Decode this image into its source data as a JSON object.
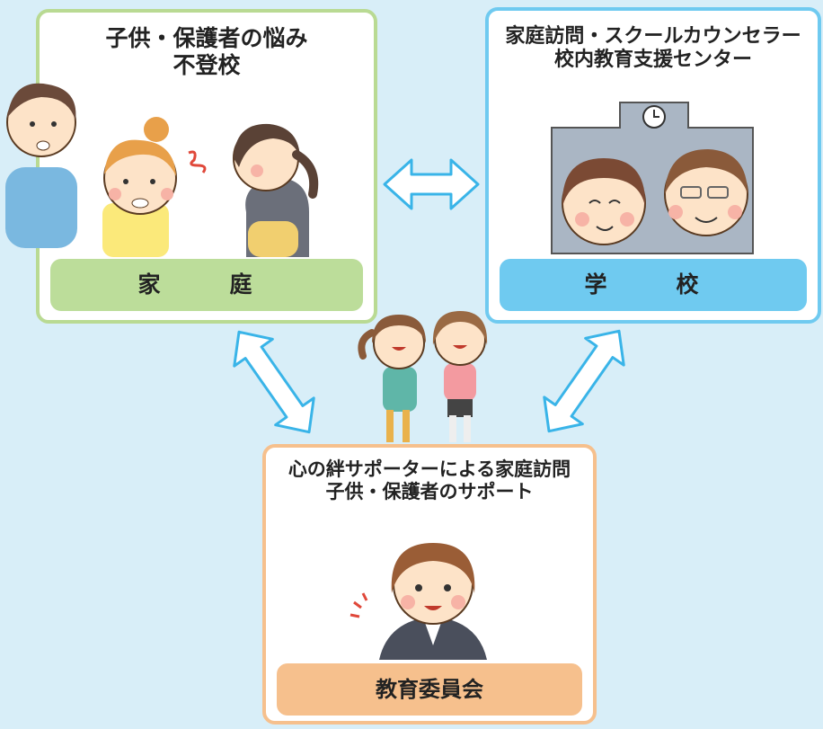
{
  "home": {
    "title_line1": "子供・保護者の悩み",
    "title_line2": "不登校",
    "label": "家　庭"
  },
  "school": {
    "title_line1": "家庭訪問・スクールカウンセラー",
    "title_line2": "校内教育支援センター",
    "label": "学　校"
  },
  "board": {
    "title_line1": "心の絆サポーターによる家庭訪問",
    "title_line2": "子供・保護者のサポート",
    "label": "教育委員会"
  },
  "colors": {
    "background": "#d8eef8",
    "home_accent": "#b9da93",
    "school_accent": "#6fcaf0",
    "board_accent": "#f6c08d",
    "arrow": "#39b4e8"
  }
}
